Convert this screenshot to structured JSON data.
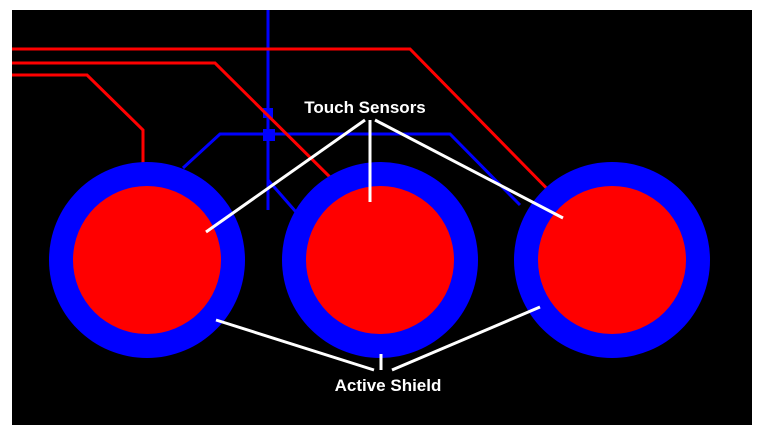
{
  "labels": {
    "touch_sensors": "Touch Sensors",
    "active_shield": "Active Shield"
  },
  "colors": {
    "background": "#000000",
    "border": "#ffffff",
    "sensor": "#ff0000",
    "shield": "#0000ff",
    "callout": "#ffffff"
  },
  "elements": {
    "sensor_count": 3,
    "shield_ring_count": 3
  }
}
